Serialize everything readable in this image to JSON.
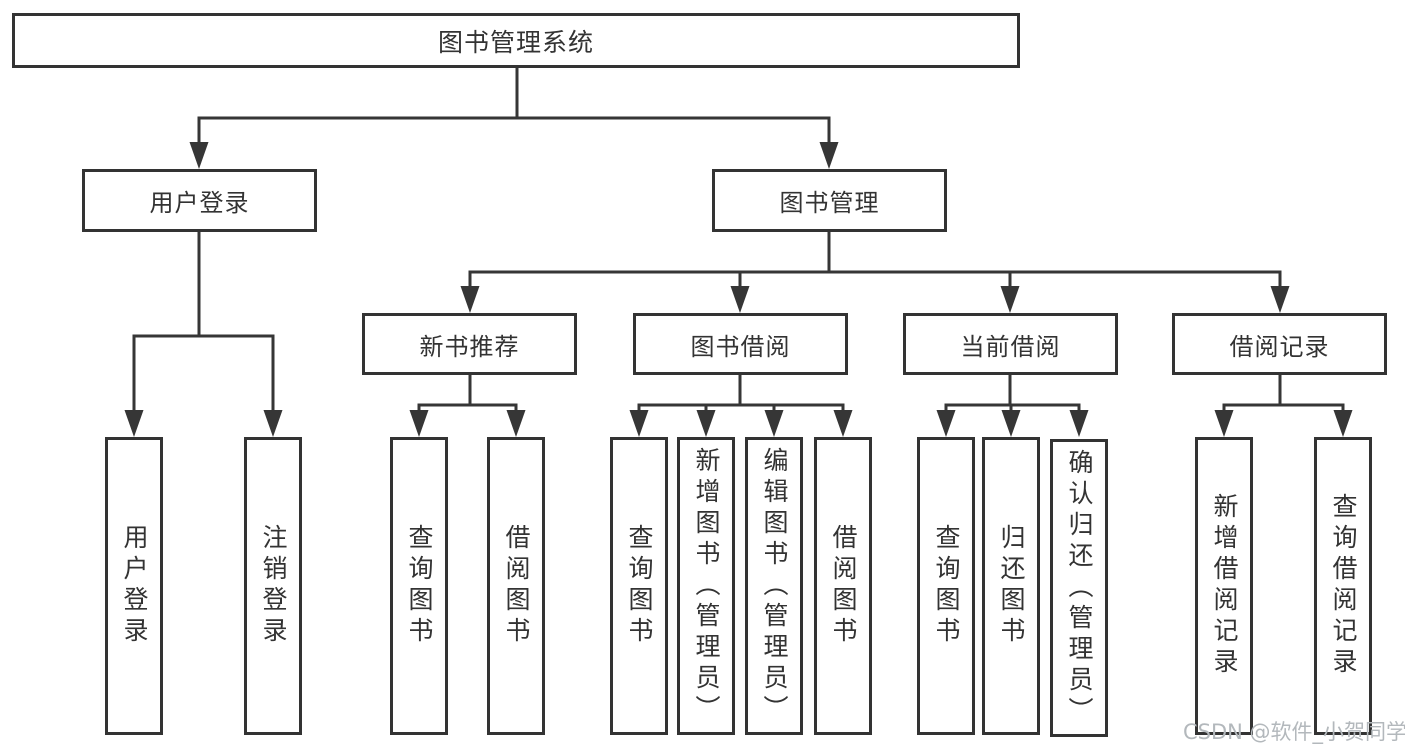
{
  "diagram": {
    "root": {
      "label": "图书管理系统"
    },
    "level2": [
      {
        "label": "用户登录"
      },
      {
        "label": "图书管理"
      }
    ],
    "level3": [
      {
        "label": "新书推荐"
      },
      {
        "label": "图书借阅"
      },
      {
        "label": "当前借阅"
      },
      {
        "label": "借阅记录"
      }
    ],
    "leaves": [
      {
        "parent": "用户登录",
        "label": "用户登录"
      },
      {
        "parent": "用户登录",
        "label": "注销登录"
      },
      {
        "parent": "新书推荐",
        "label": "查询图书"
      },
      {
        "parent": "新书推荐",
        "label": "借阅图书"
      },
      {
        "parent": "图书借阅",
        "label": "查询图书"
      },
      {
        "parent": "图书借阅",
        "label": "新增图书（管理员）"
      },
      {
        "parent": "图书借阅",
        "label": "编辑图书（管理员）"
      },
      {
        "parent": "图书借阅",
        "label": "借阅图书"
      },
      {
        "parent": "当前借阅",
        "label": "查询图书"
      },
      {
        "parent": "当前借阅",
        "label": "归还图书"
      },
      {
        "parent": "当前借阅",
        "label": "确认归还（管理员）"
      },
      {
        "parent": "借阅记录",
        "label": "新增借阅记录"
      },
      {
        "parent": "借阅记录",
        "label": "查询借阅记录"
      }
    ]
  },
  "watermark": {
    "text": "CSDN @软件_小贺同学"
  },
  "colors": {
    "line": "#363636",
    "box_border": "#333333",
    "text": "#333333",
    "background": "#ffffff",
    "watermark": "#b3b8bc"
  }
}
